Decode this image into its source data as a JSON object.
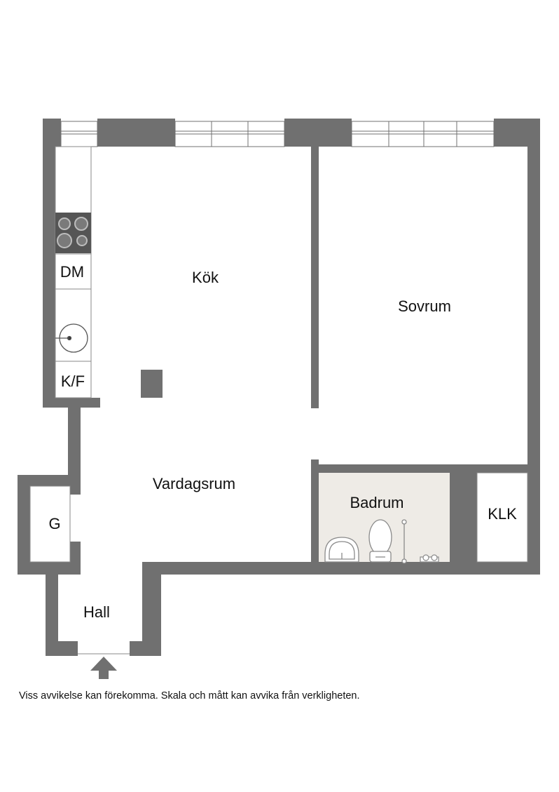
{
  "colors": {
    "wall": "#707070",
    "bathroom_floor": "#eeebe6",
    "fixture_stroke": "#8a8a8a",
    "text": "#111111"
  },
  "rooms": {
    "kitchen": "Kök",
    "bedroom": "Sovrum",
    "living_room": "Vardagsrum",
    "bathroom": "Badrum",
    "closet": "KLK",
    "wardrobe": "G",
    "hall": "Hall"
  },
  "appliances": {
    "dishwasher": "DM",
    "fridge_freezer": "K/F"
  },
  "icons": [
    "stove-icon",
    "sink-icon",
    "washbasin-icon",
    "toilet-icon",
    "entrance-arrow-icon"
  ],
  "disclaimer": "Viss avvikelse kan förekomma. Skala och mått kan avvika från verkligheten."
}
